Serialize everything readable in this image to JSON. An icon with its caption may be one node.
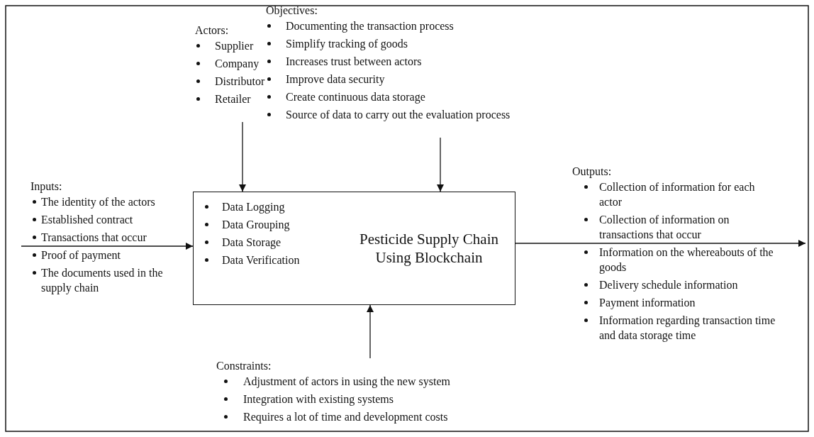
{
  "diagram": {
    "nodes": [
      {
        "text": [
          "Actors:",
          "Supplier",
          "Company",
          "Distributor",
          "Retailer"
        ]
      },
      {
        "text": [
          "Objectives:",
          "Documenting the transaction process",
          "Simplify tracking of goods",
          "Increases trust between actors",
          "Improve data security",
          "Create continuous data storage",
          "Source of data to carry out the evaluation process"
        ]
      },
      {
        "text": [
          "Inputs:",
          "The identity of the actors",
          "Established contract",
          "Transactions that occur",
          "Proof of payment",
          "The documents used in the supply chain"
        ]
      },
      {
        "text": [
          "Data Logging",
          "Data Grouping",
          "Data Storage",
          "Data Verification"
        ]
      },
      {
        "text": [
          "Pesticide Supply Chain Using Blockchain"
        ]
      },
      {
        "text": [
          "Outputs:",
          "Collection of information for each actor",
          "Collection of information on transactions that occur",
          "Information on the whereabouts of the goods",
          "Delivery schedule information",
          "Payment information",
          "Information regarding transaction time and data storage time"
        ]
      },
      {
        "text": [
          "Constraints:",
          "Adjustment of actors in using the new system",
          "Integration with existing systems",
          "Requires a lot of time and development costs"
        ]
      }
    ],
    "edges": [
      {
        "from": 0,
        "to": 3,
        "arrow": "to"
      },
      {
        "from": 1,
        "to": 4,
        "arrow": "to"
      },
      {
        "from": 2,
        "to": 3,
        "arrow": "to"
      },
      {
        "from": 4,
        "to": 5,
        "arrow": "to"
      },
      {
        "from": 6,
        "to": 4,
        "arrow": "to"
      }
    ]
  }
}
